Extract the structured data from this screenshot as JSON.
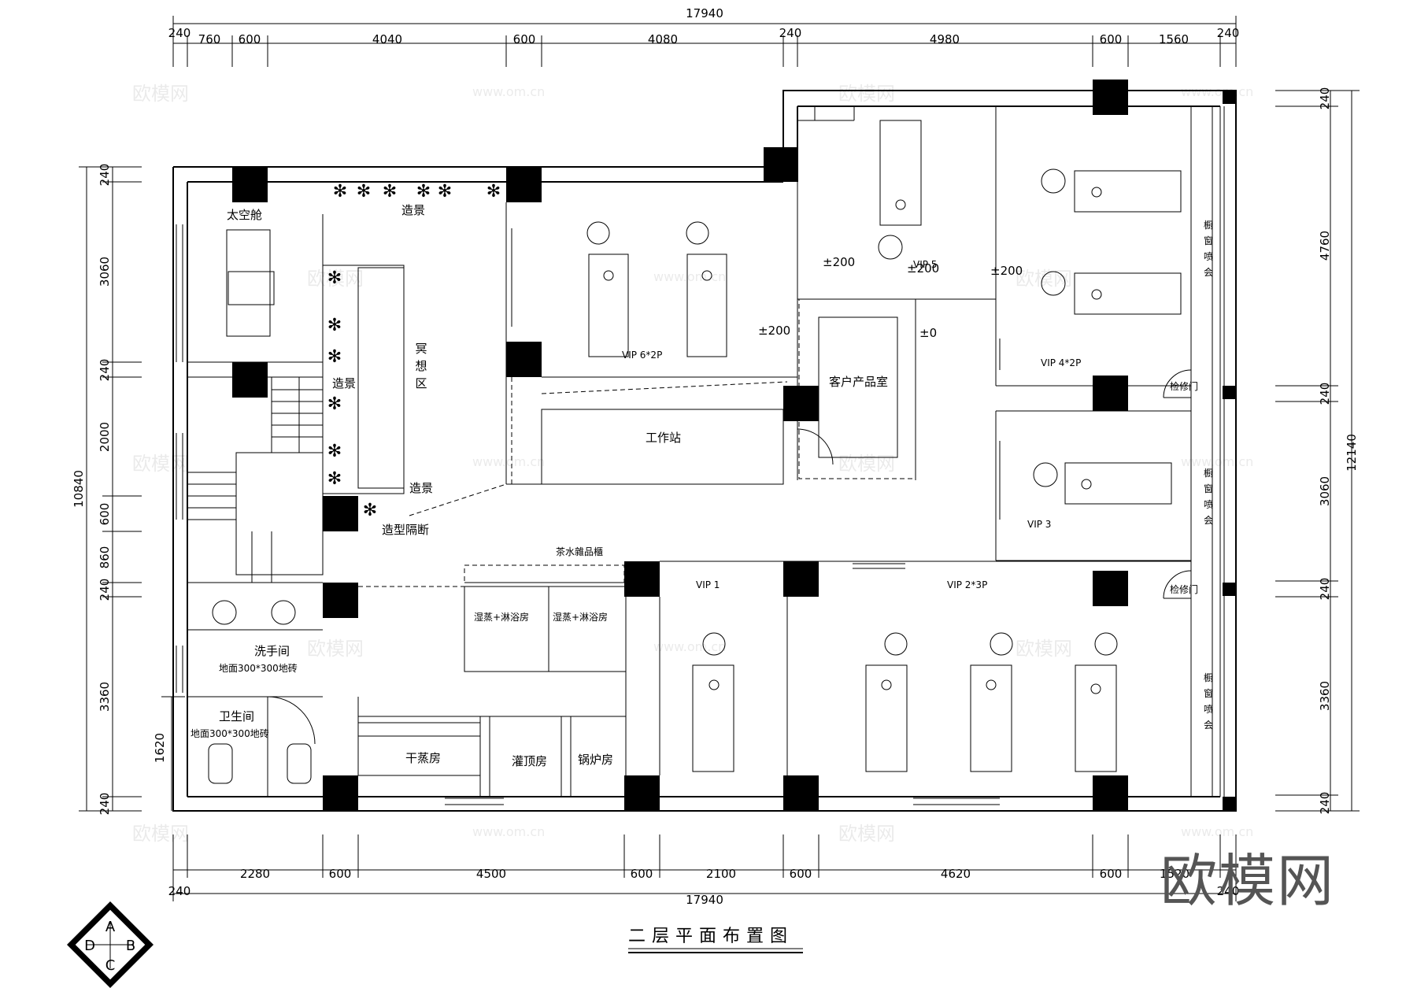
{
  "title": "二层平面布置图",
  "brand": "欧模网",
  "watermark": {
    "logo": "欧模网",
    "url": "www.om.cn"
  },
  "compass": [
    "A",
    "B",
    "C",
    "D"
  ],
  "top_dims": {
    "total": "17940",
    "segments": [
      "240",
      "760",
      "600",
      "4040",
      "600",
      "4080",
      "240",
      "4980",
      "600",
      "1560",
      "240"
    ]
  },
  "bottom_dims": {
    "total": "17940",
    "segments": [
      "240",
      "2280",
      "600",
      "4500",
      "600",
      "2100",
      "600",
      "4620",
      "600",
      "1520",
      "240"
    ]
  },
  "left_dims": {
    "total": "10840",
    "segments": [
      "240",
      "3060",
      "240",
      "2000",
      "600",
      "860",
      "240",
      "3360",
      "240"
    ],
    "inner": "1620"
  },
  "right_dims": {
    "total": "12140",
    "segments": [
      "240",
      "4760",
      "240",
      "3060",
      "240",
      "3360",
      "240"
    ]
  },
  "rooms": {
    "space_capsule": "太空舱",
    "landscape_top": "造景",
    "meditation": "冥想区",
    "landscape_left": "造景",
    "landscape_bottom": "造景",
    "partition": "造型隔断",
    "vip6": "VIP 6*2P",
    "vip5": "VIP 5",
    "vip4": "VIP 4*2P",
    "vip3": "VIP 3",
    "vip2": "VIP 2*3P",
    "vip1": "VIP 1",
    "workstation": "工作站",
    "product_room": "客户产品室",
    "tea_cabinet": "茶水雜品櫃",
    "washroom": "洗手间",
    "washroom_floor": "地面300*300地砖",
    "toilet": "卫生间",
    "toilet_floor": "地面300*300地砖",
    "steam_shower_1": "湿蒸+淋浴房",
    "steam_shower_2": "湿蒸+淋浴房",
    "dry_sauna": "干蒸房",
    "top_shower": "灌顶房",
    "boiler": "锅炉房",
    "window_1": "橱窗喷会",
    "window_2": "橱窗喷会",
    "window_3": "橱窗喷会",
    "service_door_1": "检修门",
    "service_door_2": "检修门"
  },
  "levels": {
    "vip6": "±200",
    "vip5_a": "±200",
    "vip5_b": "±200",
    "vip4": "±200",
    "zero": "±0"
  }
}
